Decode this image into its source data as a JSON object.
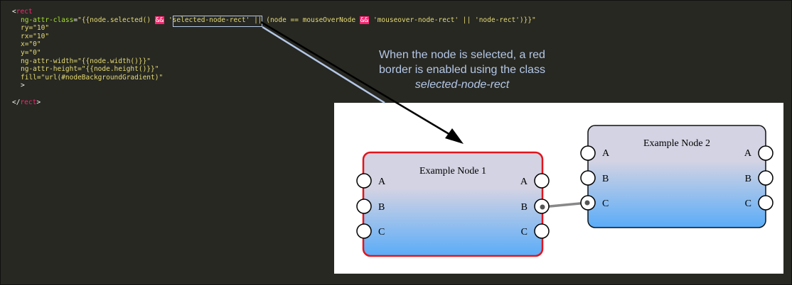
{
  "code": {
    "open_tag": "rect",
    "class_attr_name": "ng-attr-class",
    "class_attr_pre": "\"{{node.selected() ",
    "and_op": "&&",
    "selected_class": "'selected-node-rect'",
    "class_attr_mid": " || (node == mouseOverNode ",
    "mouseover_class": "'mouseover-node-rect'",
    "or_op": " || ",
    "default_class": "'node-rect'",
    "class_attr_end": ")}}\"",
    "ry": "ry=\"10\"",
    "rx": "rx=\"10\"",
    "x": "x=\"0\"",
    "y": "y=\"0\"",
    "width_attr": "ng-attr-width=\"{{node.width()}}\"",
    "height_attr": "ng-attr-height=\"{{node.height()}}\"",
    "fill_attr": "fill=\"url(#nodeBackgroundGradient)\"",
    "close_bracket": ">",
    "close_tag": "rect"
  },
  "annotation": {
    "line1": "When the node is selected, a red",
    "line2": "border is enabled using the class",
    "line3": "selected-node-rect"
  },
  "nodes": [
    {
      "title": "Example Node 1",
      "selected": true,
      "inputs": [
        "A",
        "B",
        "C"
      ],
      "outputs": [
        "A",
        "B",
        "C"
      ]
    },
    {
      "title": "Example Node 2",
      "selected": false,
      "inputs": [
        "A",
        "B",
        "C"
      ],
      "outputs": [
        "A",
        "B",
        "C"
      ]
    }
  ],
  "colors": {
    "selected_border": "#e3141c",
    "node_border": "#111111",
    "gradient_top": "#d3d3e3",
    "gradient_bottom": "#5aacf8",
    "connection": "#888888",
    "arrow_black": "#000000",
    "arrow_blue": "#b4c7e7"
  }
}
